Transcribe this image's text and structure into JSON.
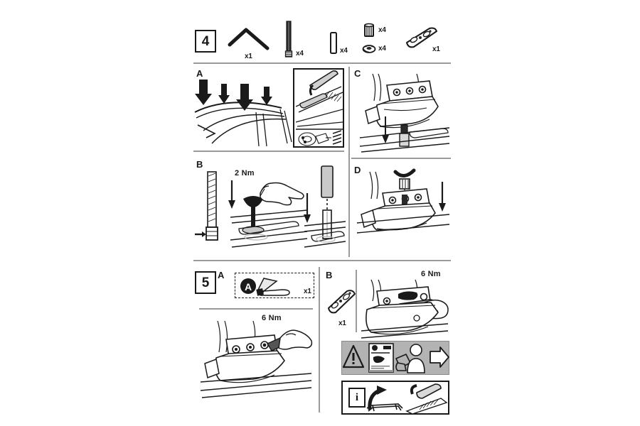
{
  "document": {
    "type": "roof-rack-installation-instructions",
    "page_background": "#ffffff",
    "ink_color": "#1a1a1a",
    "rule_color": "#9a9a9a"
  },
  "steps": [
    {
      "number": "4",
      "parts": [
        {
          "icon": "allen-key-icon",
          "name": "hex-key",
          "qty": "x1"
        },
        {
          "icon": "threaded-bolt-icon",
          "name": "long-bolt",
          "qty": "x4"
        },
        {
          "icon": "spacer-sleeve-icon",
          "name": "spacer-sleeve",
          "qty": "x4"
        },
        {
          "icon": "nut-cap-icon",
          "name": "nut-cap",
          "qty": "x4"
        },
        {
          "icon": "washer-icon",
          "name": "washer",
          "qty": "x4"
        },
        {
          "icon": "rubber-pad-icon",
          "name": "mounting-pad",
          "qty": "x1"
        }
      ],
      "panels": [
        {
          "letter": "A",
          "name": "panel-a-roof-rail-prep",
          "torque": ""
        },
        {
          "letter": "B",
          "name": "panel-b-bolt-insert",
          "torque": "2 Nm"
        },
        {
          "letter": "C",
          "name": "panel-c-foot-placement",
          "torque": ""
        },
        {
          "letter": "D",
          "name": "panel-d-nut-cap-fit",
          "torque": ""
        }
      ]
    },
    {
      "number": "5",
      "panels": [
        {
          "letter": "A",
          "name": "panel-a-torque-key",
          "torque": "6 Nm",
          "tool_badge": "A",
          "tool_qty": "x1"
        },
        {
          "letter": "B",
          "name": "panel-b-cover-fit",
          "torque": "6 Nm",
          "part_qty": "x1"
        }
      ],
      "notices": {
        "warning": {
          "name": "warning-notice-panel",
          "icons": [
            "warning-triangle-icon",
            "instruction-booklet-icon",
            "hands-reading-icon",
            "person-silhouette-icon",
            "arrow-right-icon"
          ]
        },
        "info": {
          "name": "info-notice-panel",
          "letter": "i",
          "icons": [
            "info-letter-icon",
            "curved-arrow-icon",
            "roof-bar-icon",
            "cover-strip-lift-icon",
            "cover-strip-icon"
          ]
        }
      }
    }
  ]
}
